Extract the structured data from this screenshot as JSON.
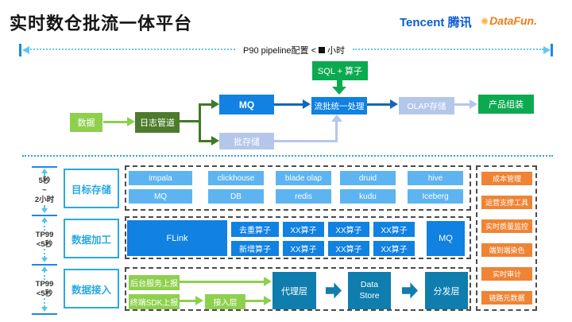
{
  "header": {
    "title": "实时数仓批流一体平台",
    "tencent_en": "Tencent",
    "tencent_cn": "腾讯",
    "datafun": "DataFun."
  },
  "top_metric": {
    "prefix": "P90 pipeline配置 <",
    "suffix": "小时"
  },
  "pipeline": {
    "sql_operator": "SQL + 算子",
    "data": "数据",
    "log_channel": "日志管道",
    "mq": "MQ",
    "batch_storage": "批存储",
    "unified_processing": "流批统一处理",
    "olap_storage": "OLAP存储",
    "product_assembly": "产品组装"
  },
  "left_rail": {
    "rows": [
      {
        "label": "目标存储",
        "times": [
          "5秒",
          "~",
          "2小时"
        ]
      },
      {
        "label": "数据加工",
        "times": [
          "TP99",
          "<5秒"
        ]
      },
      {
        "label": "数据接入",
        "times": [
          "TP99",
          "<5秒"
        ]
      }
    ]
  },
  "storage_layer": {
    "row1": [
      "impala",
      "clickhouse",
      "blade olap",
      "druid",
      "hive"
    ],
    "row2": [
      "MQ",
      "DB",
      "redis",
      "kudu",
      "Iceberg"
    ]
  },
  "processing_layer": {
    "flink": "FLink",
    "ops_row1": [
      "去重算子",
      "XX算子",
      "XX算子",
      "XX算子"
    ],
    "ops_row2": [
      "新增算子",
      "XX算子",
      "XX算子",
      "XX算子"
    ],
    "mq": "MQ"
  },
  "access_layer": {
    "backend_report": "后台服务上报",
    "sdk_report": "终端SDK上报",
    "access": "接入层",
    "proxy": "代理层",
    "data_store": "Data Store",
    "distribution": "分发层"
  },
  "side_tools": [
    "成本管理",
    "运营支撑工具",
    "实时质量监控",
    "端到端染色",
    "实时审计",
    "链路元数据"
  ],
  "colors": {
    "bright_blue": "#1181e2",
    "sky_blue": "#5db4f0",
    "periwinkle": "#b4c7ea",
    "dark_blue_arrow": "#1266bb",
    "green": "#0caa50",
    "light_green": "#8ed04e",
    "dark_green": "#4c7b2b",
    "teal": "#0f7dad",
    "orange": "#ee8434",
    "rail_blue": "#29a9e1",
    "tencent_blue": "#0b5bd3",
    "datafun_orange": "#ee7c12"
  }
}
